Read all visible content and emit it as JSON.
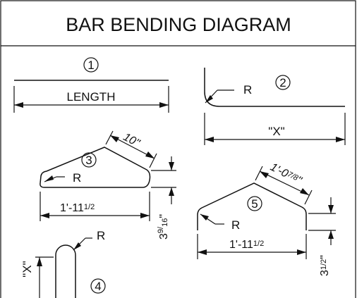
{
  "title": "BAR BENDING DIAGRAM",
  "shapes": [
    {
      "number": "1",
      "length_label": "LENGTH"
    },
    {
      "number": "2",
      "radius_label": "R",
      "length_label": "\"X\""
    },
    {
      "number": "3",
      "radius_label": "R",
      "side_label": "10\"",
      "length_label": "1'-11",
      "length_fraction": "1/2",
      "height_label": "3",
      "height_fraction_num": "9",
      "height_fraction_den": "16",
      "height_suffix": "\""
    },
    {
      "number": "4",
      "radius_label": "R",
      "length_label": "\"X\""
    },
    {
      "number": "5",
      "radius_label": "R",
      "side_label": "1'-0",
      "side_fraction": "7/8",
      "side_suffix": "\"",
      "length_label": "1'-11",
      "length_fraction": "1/2",
      "height_label": "3",
      "height_fraction": "1/2",
      "height_suffix": "\""
    }
  ]
}
